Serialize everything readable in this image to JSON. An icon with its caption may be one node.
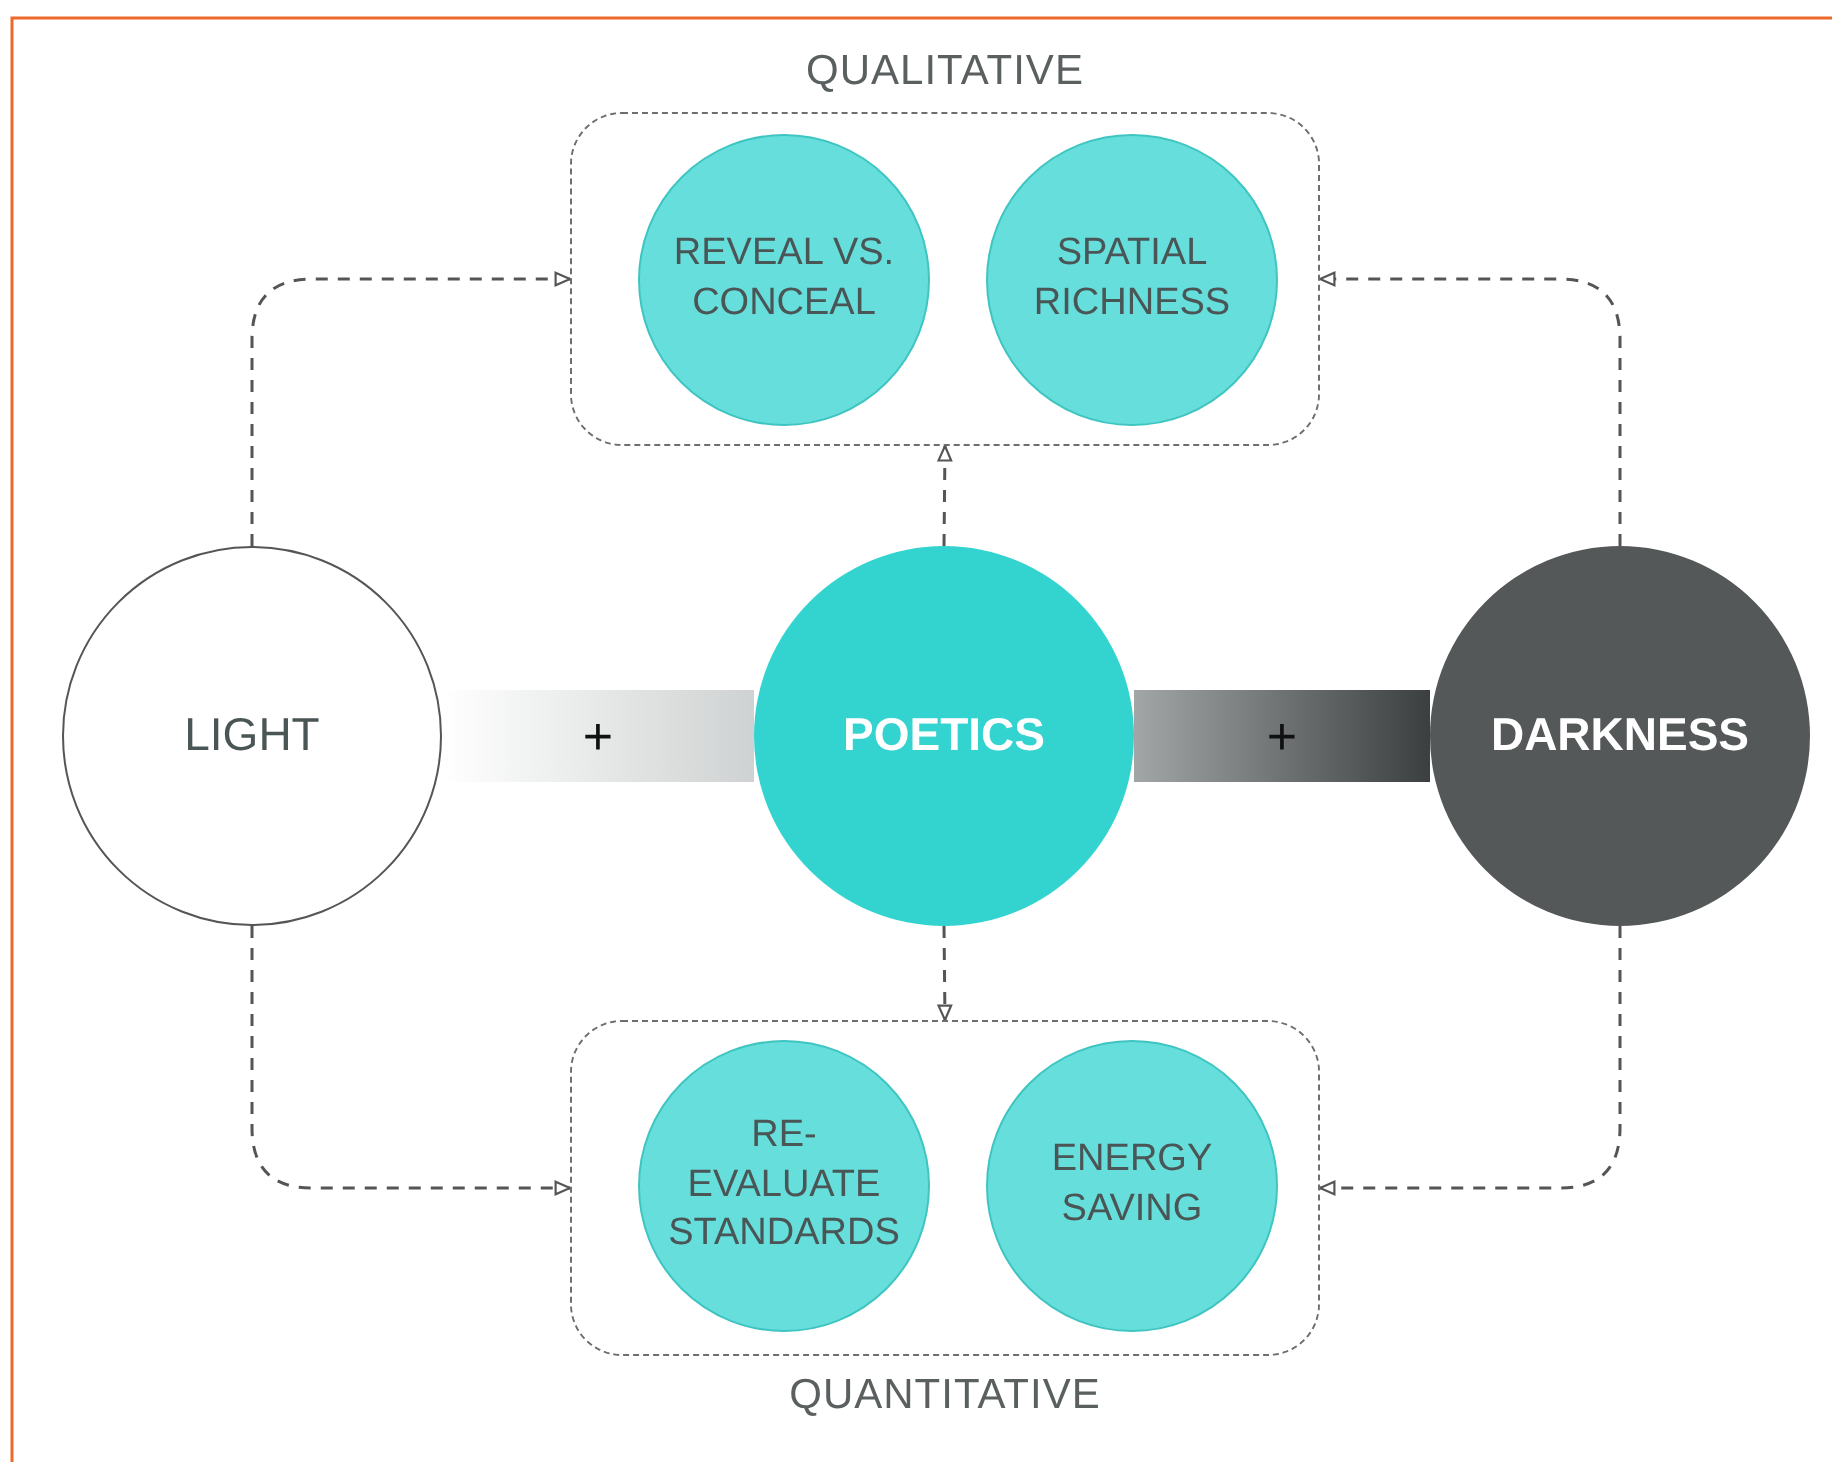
{
  "diagram": {
    "nodes": [
      {
        "text": [
          "QUALITATIVE"
        ]
      },
      {
        "text": [
          "REVEAL VS. CONCEAL"
        ],
        "in": 0
      },
      {
        "text": [
          "SPATIAL RICHNESS"
        ],
        "in": 0
      },
      {
        "text": [
          "LIGHT"
        ]
      },
      {
        "text": [
          "POETICS"
        ]
      },
      {
        "text": [
          "DARKNESS"
        ]
      },
      {
        "text": [
          "QUANTITATIVE"
        ]
      },
      {
        "text": [
          "RE-EVALUATE STANDARDS"
        ],
        "in": 6
      },
      {
        "text": [
          "ENERGY SAVING"
        ],
        "in": 6
      }
    ],
    "edges": [
      {
        "from": 3,
        "to": 0,
        "arrow": "to",
        "style": "dashed"
      },
      {
        "from": 5,
        "to": 0,
        "arrow": "to",
        "style": "dashed"
      },
      {
        "from": 4,
        "to": 0,
        "arrow": "to",
        "style": "dashed"
      },
      {
        "from": 3,
        "to": 4,
        "arrow": "none",
        "style": "thick",
        "label": "+"
      },
      {
        "from": 4,
        "to": 5,
        "arrow": "none",
        "style": "thick",
        "label": "+"
      },
      {
        "from": 4,
        "to": 6,
        "arrow": "to",
        "style": "dashed"
      },
      {
        "from": 3,
        "to": 6,
        "arrow": "to",
        "style": "dashed"
      },
      {
        "from": 5,
        "to": 6,
        "arrow": "to",
        "style": "dashed"
      }
    ]
  }
}
